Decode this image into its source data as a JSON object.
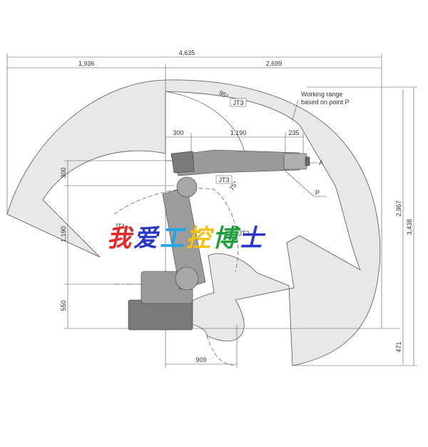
{
  "dimensions": {
    "overall_width": "4,635",
    "left_reach": "1,936",
    "right_reach": "2,699",
    "arm_offset": "300",
    "arm_length": "1,190",
    "wrist_length": "235",
    "jt2_offset": "300",
    "lower_arm": "1,190",
    "base_height": "550",
    "total_height": "3,438",
    "upper_height": "2,967",
    "below_base": "471",
    "min_radius": "909"
  },
  "labels": {
    "working_range_line1": "Working range",
    "working_range_line2": "based on point P",
    "jt3_upper": "JT3",
    "jt3_lower": "JT3",
    "jt2": "JT2",
    "jt1": "JT1",
    "angle_upper": "95°",
    "angle_lower": "75°",
    "point_a": "A",
    "point_p": "P"
  },
  "watermark": {
    "chars": [
      "我",
      "爱",
      "工",
      "控",
      "博",
      "士"
    ],
    "colors": [
      "#e8262a",
      "#2a36c8",
      "#1aa7e8",
      "#f2c20c",
      "#1e9e3a",
      "#2a36c8"
    ]
  },
  "colors": {
    "range_fill": "#e8e8ea",
    "line": "#555555",
    "robot": "#8a8a8a"
  }
}
